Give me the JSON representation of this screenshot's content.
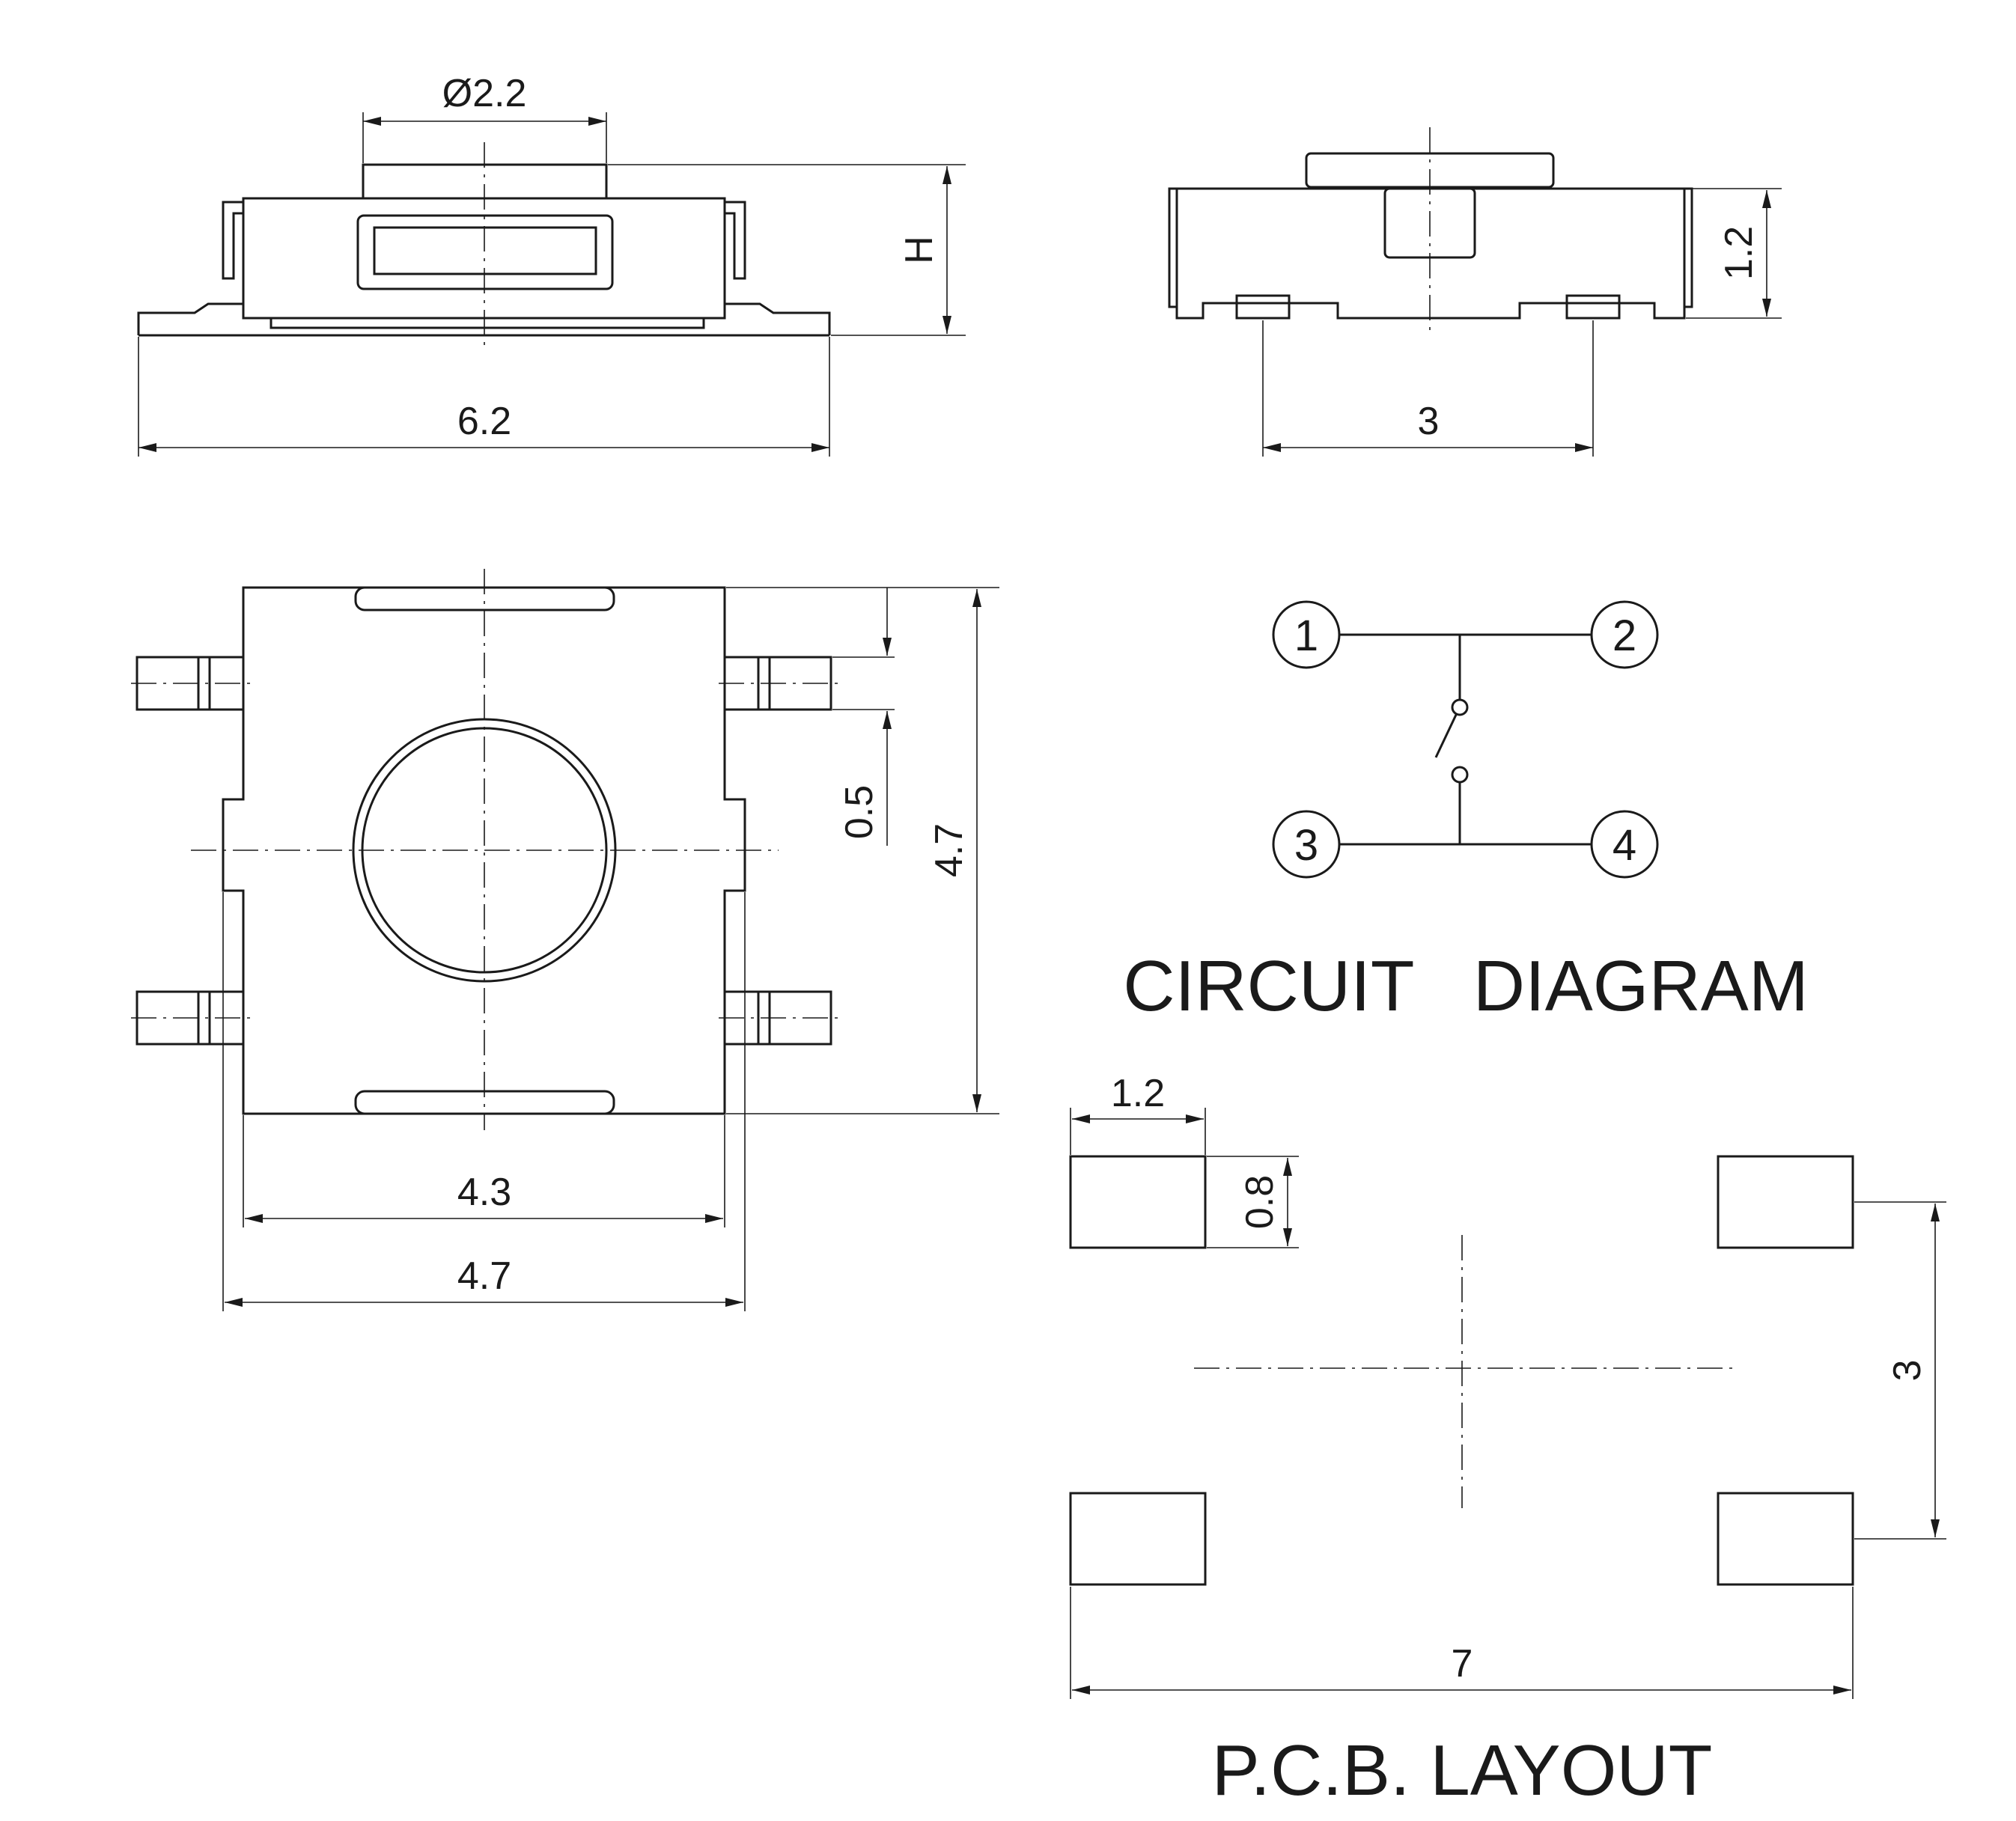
{
  "dimensions": {
    "button_diameter": "Ø2.2",
    "height": "H",
    "overall_length": "6.2",
    "side_pin_pitch": "3",
    "body_height": "1.2",
    "top_pin_width": "0.5",
    "top_body_height": "4.7",
    "top_body_width_inner": "4.3",
    "top_body_width_outer": "4.7",
    "pad_width": "1.2",
    "pad_height": "0.8",
    "pad_pitch_vertical": "3",
    "pad_span_horizontal": "7"
  },
  "circuit": {
    "title": "CIRCUIT   DIAGRAM",
    "pins": [
      "1",
      "2",
      "3",
      "4"
    ]
  },
  "pcb": {
    "title": "P.C.B. LAYOUT"
  },
  "colors": {
    "line": "#1a1a1a",
    "background": "#ffffff"
  }
}
